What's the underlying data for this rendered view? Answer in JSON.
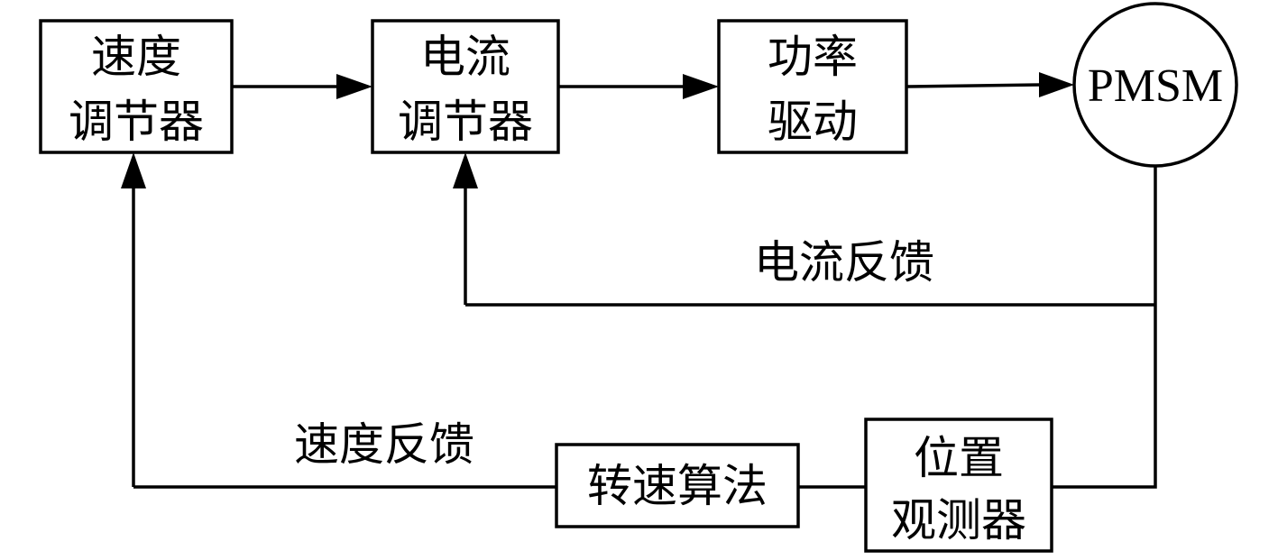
{
  "blocks": {
    "speed_regulator": {
      "line1": "速度",
      "line2": "调节器"
    },
    "current_regulator": {
      "line1": "电流",
      "line2": "调节器"
    },
    "power_drive": {
      "line1": "功率",
      "line2": "驱动"
    },
    "motor": {
      "label": "PMSM"
    },
    "position_observer": {
      "line1": "位置",
      "line2": "观测器"
    },
    "speed_algorithm": {
      "label": "转速算法"
    }
  },
  "labels": {
    "current_feedback": "电流反馈",
    "speed_feedback": "速度反馈"
  }
}
